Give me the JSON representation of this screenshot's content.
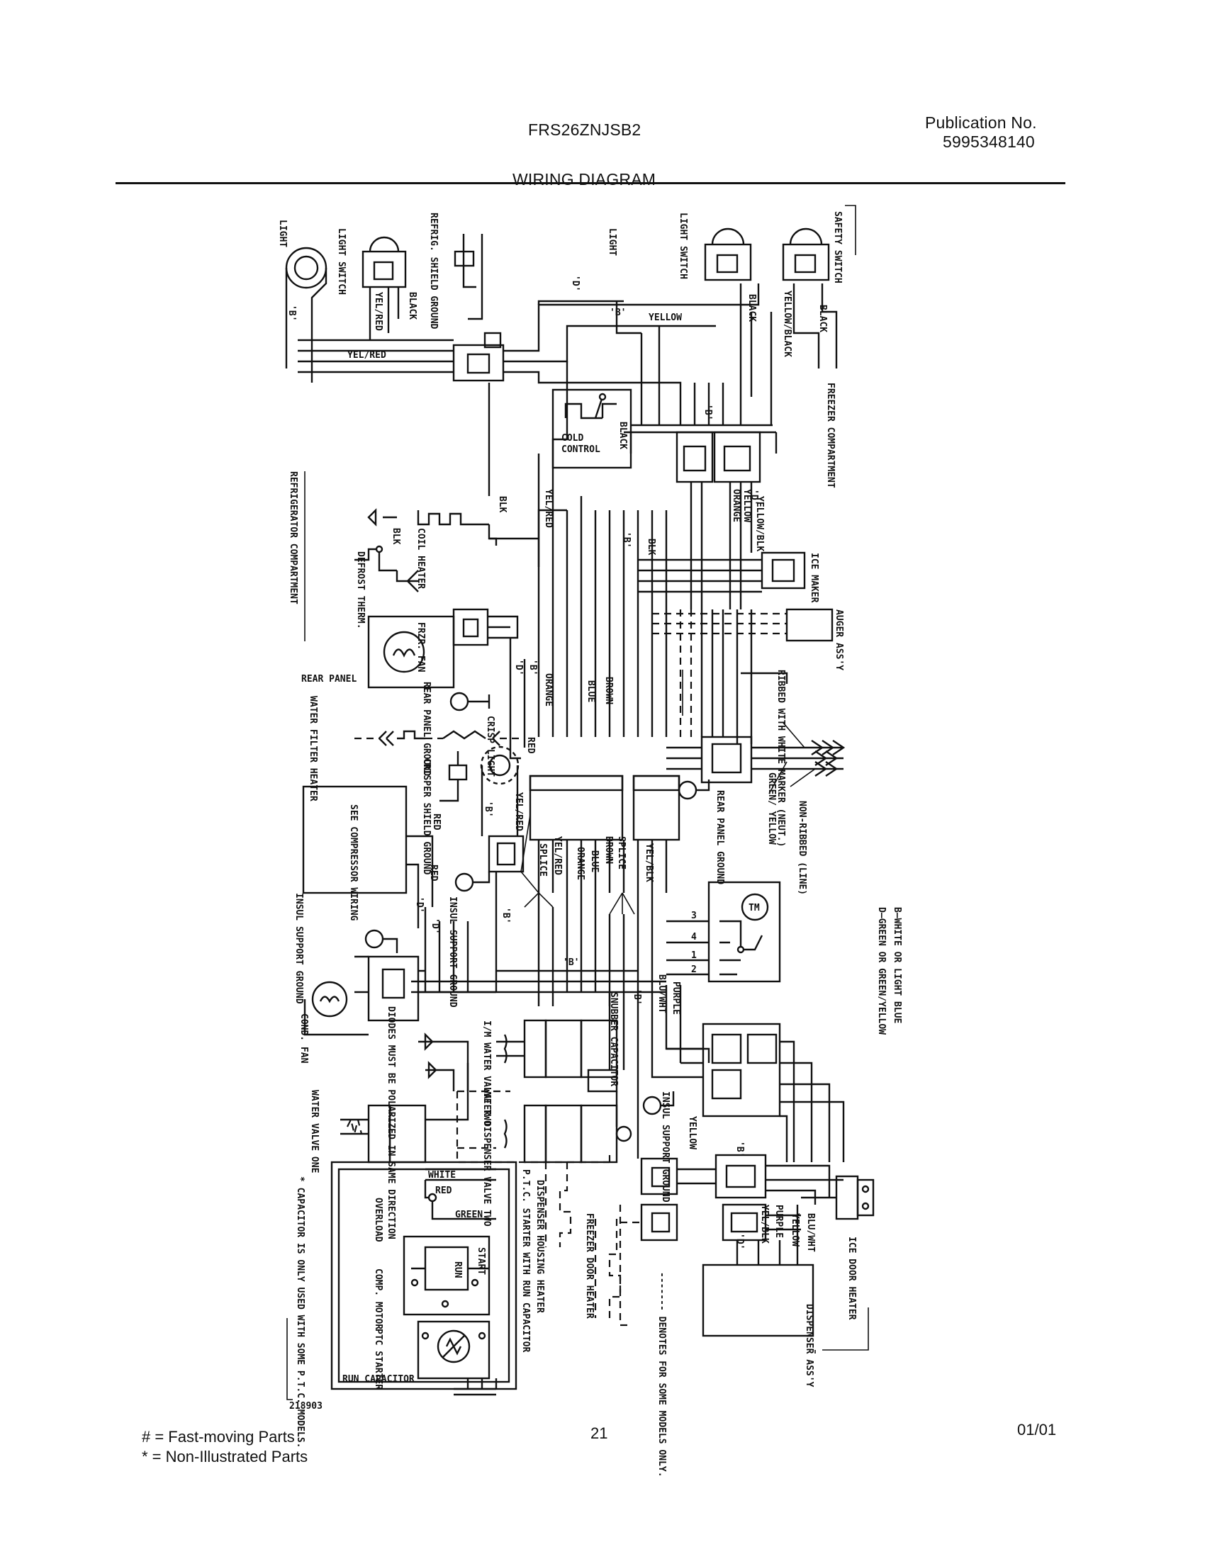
{
  "header": {
    "model": "FRS26ZNJSB2",
    "publication_label": "Publication No.",
    "publication_number": "5995348140",
    "title": "WIRING DIAGRAM"
  },
  "footer": {
    "legend_fast": "#  =  Fast-moving Parts",
    "legend_non": "*    =  Non-Illustrated Parts",
    "page_number": "21",
    "date": "01/01"
  },
  "labels": {
    "light_left": "LIGHT",
    "light_switch_left": "LIGHT SWITCH",
    "refrig_shield_ground": "REFRIG. SHIELD GROUND",
    "light_center": "LIGHT",
    "light_switch_right": "LIGHT SWITCH",
    "safety_switch": "SAFETY SWITCH",
    "yel_red_1": "YEL/RED",
    "yel_red_2": "YEL/RED",
    "black_1": "BLACK",
    "black_2": "BLACK",
    "black_3": "BLACK",
    "black_4": "BLACK",
    "yellow_top": "YELLOW",
    "yellow_black": "YELLOW/BLACK",
    "cold_control_1": "COLD",
    "cold_control_2": "CONTROL",
    "freezer_compartment": "FREEZER COMPARTMENT",
    "refrigerator_compartment": "REFRIGERATOR COMPARTMENT",
    "blk_1": "BLK",
    "blk_2": "BLK",
    "blk_3": "BLK",
    "coil_heater": "COIL HEATER",
    "defrost_therm": "DEFROST THERM.",
    "frzr_fan": "FRZR. FAN",
    "orange_1": "ORANGE",
    "yellow_2": "YELLOW",
    "yellow_blk": "YELLOW/BLK",
    "ice_maker": "ICE MAKER",
    "auger_assy": "AUGER ASS'Y",
    "ribbed_with_white_marker": "RIBBED WITH WHITE MARKER (NEUT.)",
    "non_ribbed_line": "NON-RIBBED (LINE)",
    "rear_panel": "REAR PANEL",
    "rear_panel_ground_left": "REAR PANEL GROUND",
    "rear_panel_ground_right": "REAR PANEL GROUND",
    "water_filter_heater": "WATER FILTER HEATER",
    "crisp_light": "CRISP LIGHT",
    "red_1": "RED",
    "red_2": "RED",
    "red_3": "RED",
    "orange_2": "ORANGE",
    "orange_3": "ORANGE",
    "blue_1": "BLUE",
    "blue_2": "BLUE",
    "brown_1": "BROWN",
    "brown_2": "BROWN",
    "green_yellow": "GREEN/ YELLOW",
    "crisper_shield_ground": "CRISPER SHIELD GROUND",
    "see_compressor_wiring": "SEE COMPRESSOR WIRING",
    "splice_1": "SPLICE",
    "splice_2": "SPLICE",
    "yel_red_3": "YEL/RED",
    "yel_red_4": "YEL/RED",
    "yel_blk": "YEL/BLK",
    "insul_support_ground_1": "INSUL SUPPORT GROUND",
    "insul_support_ground_2": "INSUL SUPPORT GROUND",
    "insul_support_ground_3": "INSUL SUPPORT GROUND",
    "tm": "TM",
    "term_3": "3",
    "term_4": "4",
    "term_1": "1",
    "term_2": "2",
    "color_key_b": "B—WHITE OR LIGHT BLUE",
    "color_key_d": "D—GREEN OR GREEN/YELLOW",
    "cond_fan": "COND. FAN",
    "diodes_note": "DIODES MUST BE POLARIZED IN SAME DIRECTION",
    "im_water_valve_two": "I/M WATER VALVE TWO",
    "water_dispenser_valve_two": "WATER DISPENSER VALVE TWO",
    "water_valve_one": "WATER VALVE ONE",
    "snubber_capacitor": "SNUBBER CAPACITOR",
    "purple_1": "PURPLE",
    "blu_wht_1": "BLU/WHT",
    "blu_wht_2": "BLU/WHT",
    "yellow_3": "YELLOW",
    "yellow_4": "YELLOW",
    "purple_2": "PURPLE",
    "yel_blk_2": "YEL/BLK",
    "ice_door_heater": "ICE DOOR HEATER",
    "dispenser_assy": "DISPENSER ASS'Y",
    "denotes_note": "------- DENOTES FOR SOME MODELS ONLY.",
    "freezer_door_heater": "FREEZER DOOR HEATER",
    "dispenser_housing_heater": "DISPENSER HOUSING HEATER",
    "ptc_starter_note": "P.T.C. STARTER WITH RUN CAPACITOR",
    "white": "WHITE",
    "red_4": "RED",
    "green": "GREEN",
    "overload": "OVERLOAD",
    "comp_motor": "COMP. MOTOR",
    "start": "START",
    "run": "RUN",
    "ptc_starter": "PTC STARTER",
    "run_capacitor": "RUN CAPACITOR",
    "capacitor_note": "* CAPACITOR IS ONLY USED WITH SOME P.T.C. MODELS.",
    "part_code": "218903",
    "b_marker": "'B'",
    "d_marker": "'D'"
  }
}
